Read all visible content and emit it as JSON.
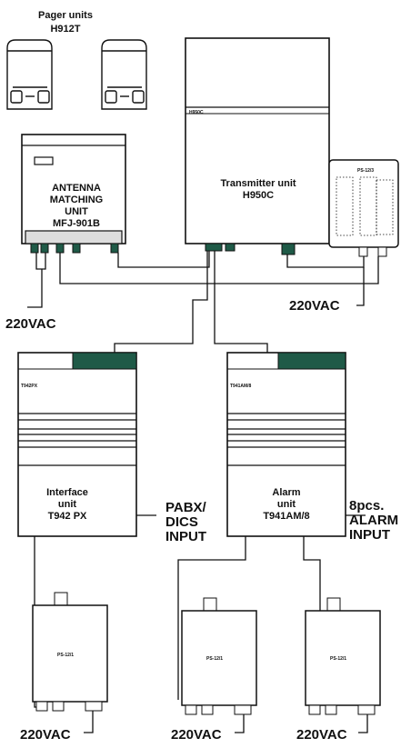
{
  "pager": {
    "line1": "Pager units",
    "line2": "H912T"
  },
  "antenna": {
    "line1": "ANTENNA",
    "line2": "MATCHING",
    "line3": "UNIT",
    "line4": "MFJ-901B"
  },
  "transmitter": {
    "badge": "H950C",
    "line1": "Transmitter unit",
    "line2": "H950C"
  },
  "ps_top": {
    "label": "PS-12/3"
  },
  "interface": {
    "badge": "T942PX",
    "line1": "Interface",
    "line2": "unit",
    "line3": "T942 PX"
  },
  "alarm": {
    "badge": "T941AM/8",
    "line1": "Alarm",
    "line2": "unit",
    "line3": "T941AM/8"
  },
  "pabx": {
    "line1": "PABX/",
    "line2": "DICS",
    "line3": "INPUT"
  },
  "alarm_input": {
    "line1": "8pcs.",
    "line2": "ALARM",
    "line3": "INPUT"
  },
  "ps_bottom": [
    {
      "label": "PS-12/1"
    },
    {
      "label": "PS-12/1"
    },
    {
      "label": "PS-12/1"
    }
  ],
  "power": {
    "antenna": "220VAC",
    "ps_top": "220VAC",
    "ps_left": "220VAC",
    "ps_mid": "220VAC",
    "ps_right": "220VAC"
  }
}
